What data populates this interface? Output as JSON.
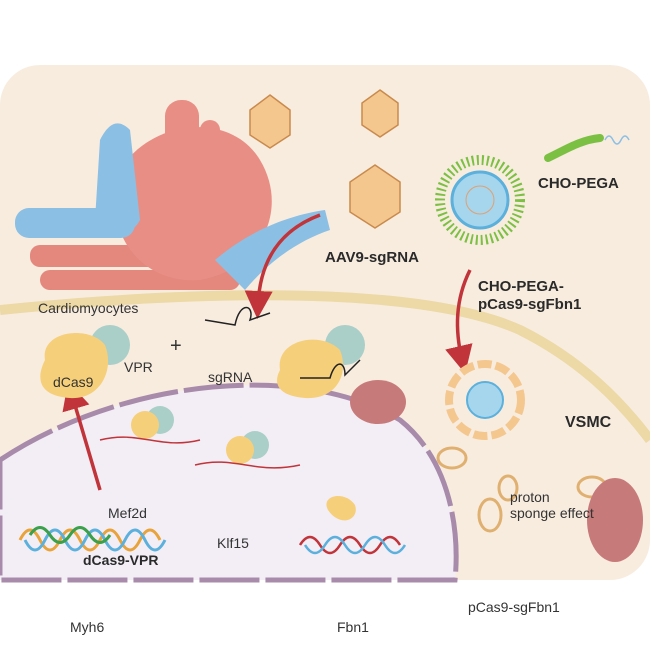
{
  "labels": {
    "cardiomyocytes": "Cardiomyocytes",
    "aav9": "AAV9-sgRNA",
    "cho_pega": "CHO-PEGA",
    "cho_pega_complex_1": "CHO-PEGA-",
    "cho_pega_complex_2": "pCas9-sgFbn1",
    "vpr": "VPR",
    "plus": "+",
    "sgrna": "sgRNA",
    "dcas9": "dCas9",
    "vsmc": "VSMC",
    "mef2d": "Mef2d",
    "klf15": "Klf15",
    "dcas9_vpr": "dCas9-VPR",
    "myh6": "Myh6",
    "fbn1": "Fbn1",
    "proton_1": "proton",
    "proton_2": "sponge effect",
    "pcas9": "pCas9-sgFbn1"
  },
  "colors": {
    "background": "#f8ecdf",
    "membrane": "#ecd9a6",
    "nucleus": "#f3eef6",
    "nucleus_border": "#a88aaa",
    "arrow": "#c0343a",
    "heart": "#e88e84",
    "vessel": "#8cbfe4",
    "cas9": "#f6cf7a",
    "vpr": "#a9cfc8",
    "polymer": "#7cc043"
  }
}
